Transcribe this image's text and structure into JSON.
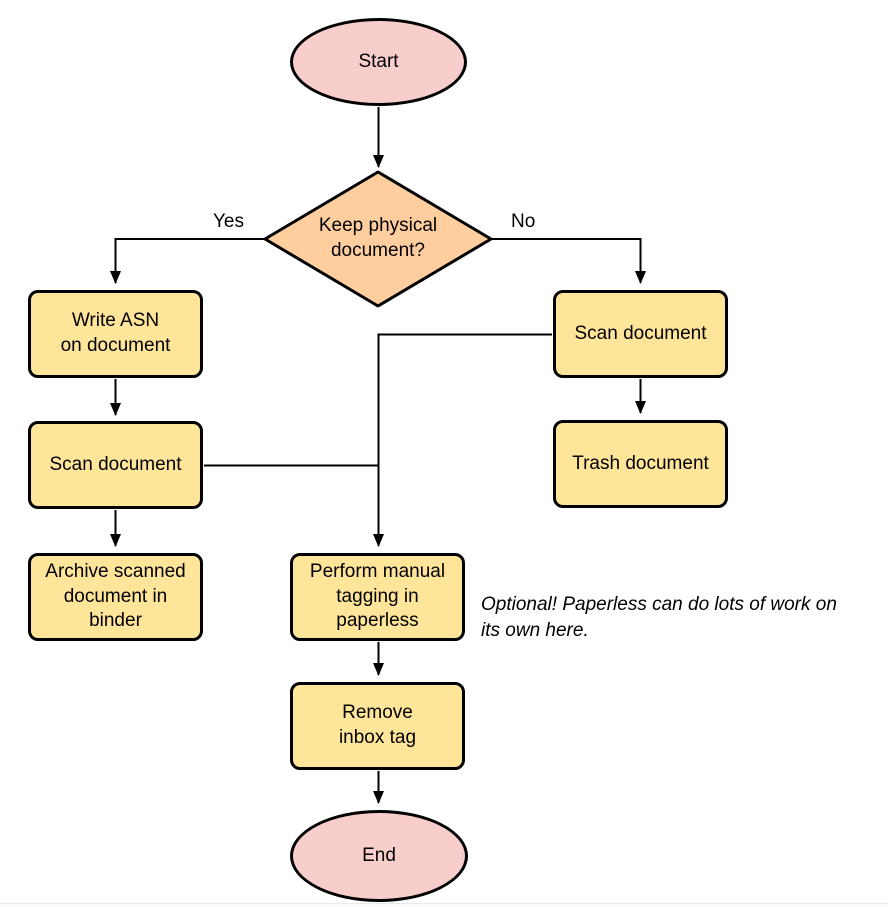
{
  "colors": {
    "terminal_fill": "#f8cecc",
    "decision_fill": "#ffce9f",
    "process_fill": "#ffe599",
    "stroke": "#000000"
  },
  "flowchart": {
    "nodes": {
      "start": "Start",
      "decision": "Keep physical\ndocument?",
      "write_asn": "Write ASN\non document",
      "scan_left": "Scan document",
      "archive": "Archive scanned\ndocument in\nbinder",
      "scan_right": "Scan document",
      "trash": "Trash document",
      "manual_tagging": "Perform manual\ntagging in\npaperless",
      "remove_inbox": "Remove\ninbox tag",
      "end": "End"
    },
    "edge_labels": {
      "yes": "Yes",
      "no": "No"
    },
    "annotation": "Optional! Paperless can do lots of work on\nits own here."
  }
}
